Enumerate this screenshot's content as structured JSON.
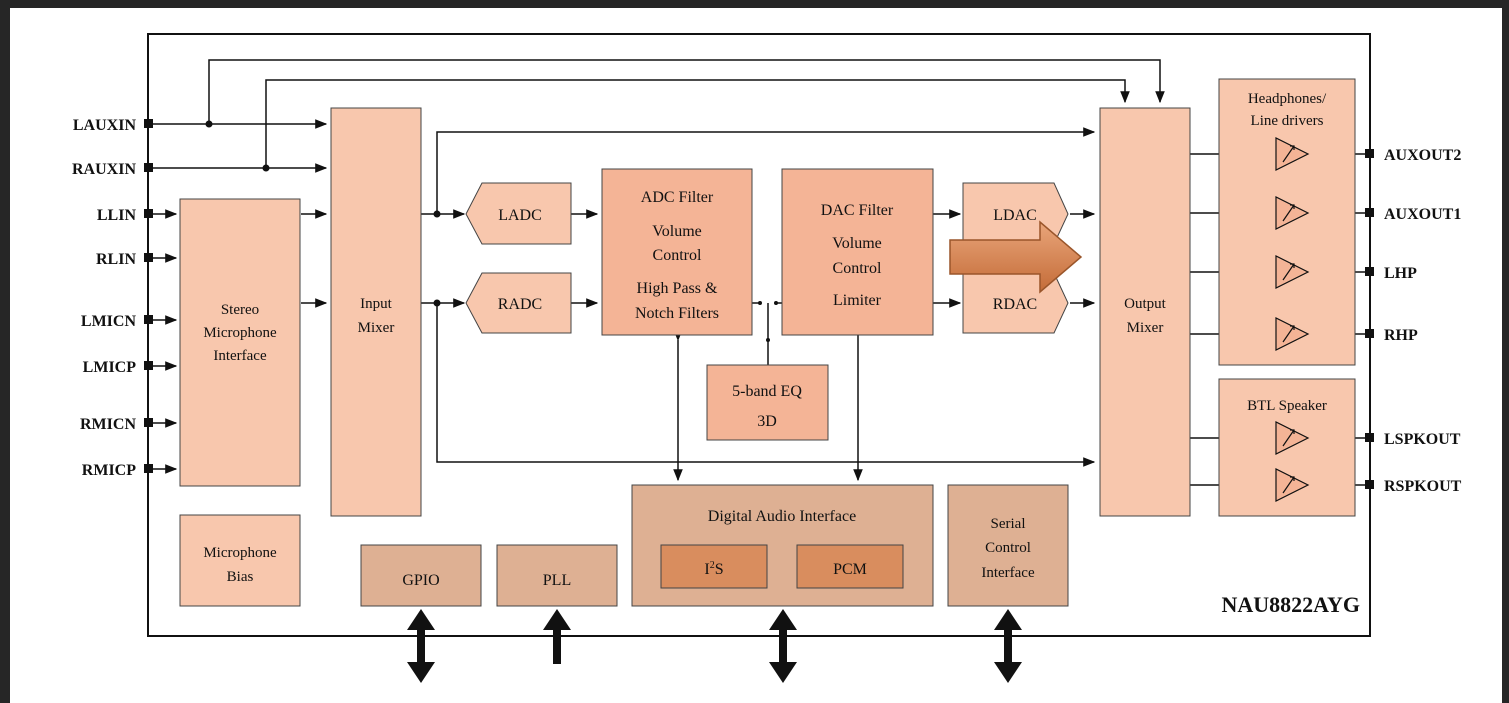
{
  "chip": {
    "name": "NAU8822AYG"
  },
  "inputs": [
    "LAUXIN",
    "RAUXIN",
    "LLIN",
    "RLIN",
    "LMICN",
    "LMICP",
    "RMICN",
    "RMICP"
  ],
  "outputs": [
    "AUXOUT2",
    "AUXOUT1",
    "LHP",
    "RHP",
    "LSPKOUT",
    "RSPKOUT"
  ],
  "blocks": {
    "mic_interface": [
      "Stereo",
      "Microphone",
      "Interface"
    ],
    "input_mixer": [
      "Input",
      "Mixer"
    ],
    "ladc": "LADC",
    "radc": "RADC",
    "adc_filter": [
      "ADC Filter",
      "Volume",
      "Control",
      "High Pass &",
      "Notch Filters"
    ],
    "dac_filter": [
      "DAC Filter",
      "Volume",
      "Control",
      "Limiter"
    ],
    "ldac": "LDAC",
    "rdac": "RDAC",
    "eq": [
      "5-band EQ",
      "3D"
    ],
    "output_mixer": [
      "Output",
      "Mixer"
    ],
    "hp_drivers": [
      "Headphones/",
      "Line drivers"
    ],
    "btl_speaker": "BTL Speaker",
    "mic_bias": [
      "Microphone",
      "Bias"
    ],
    "gpio": "GPIO",
    "pll": "PLL",
    "dai": "Digital Audio Interface",
    "i2s": "I",
    "i2s_sup": "2",
    "i2s_tail": "S",
    "pcm": "PCM",
    "serial": [
      "Serial",
      "Control",
      "Interface"
    ]
  },
  "colors": {
    "block_light": "#f8c7ad",
    "block_mid": "#f4b496",
    "block_tan": "#deb093",
    "block_dark": "#d98d5e",
    "arrow_orange": "#d5824e",
    "line": "#111111"
  }
}
